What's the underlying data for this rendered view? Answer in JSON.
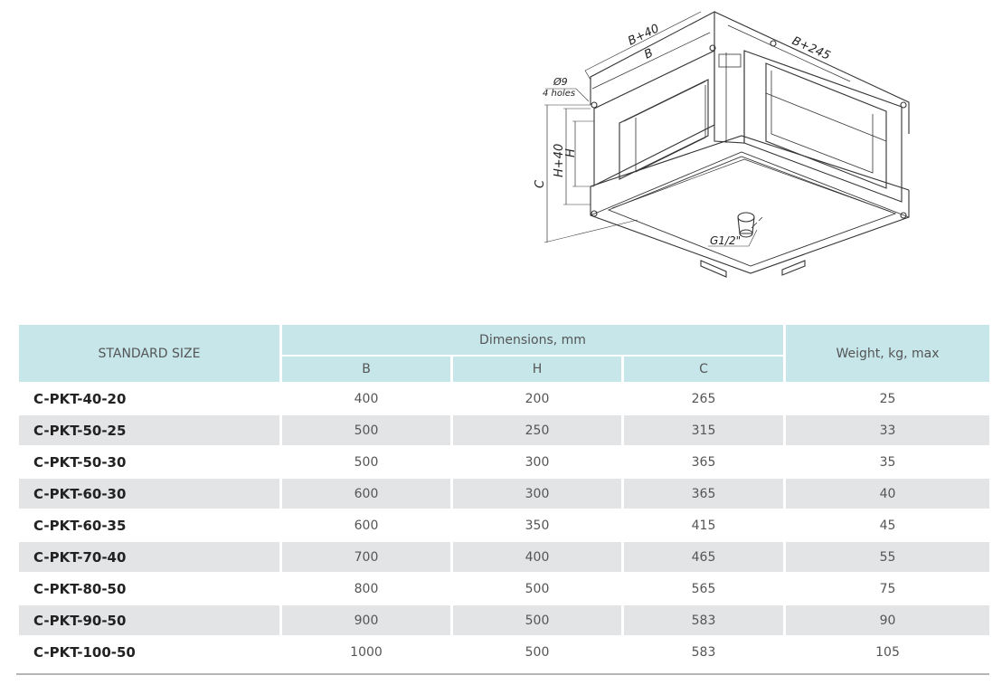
{
  "drawing": {
    "labels": {
      "b_plus_40": "B+40",
      "b": "B",
      "b_plus_245": "B+245",
      "hole_dia": "Ø9",
      "holes": "4 holes",
      "h_plus_40": "H+40",
      "h": "H",
      "c": "C",
      "thread": "G1/2\""
    }
  },
  "table": {
    "headers": {
      "standard_size": "STANDARD SIZE",
      "dimensions": "Dimensions, mm",
      "weight": "Weight, kg, max",
      "b": "B",
      "h": "H",
      "c": "C"
    },
    "rows": [
      {
        "name": "C-PKT-40-20",
        "b": "400",
        "h": "200",
        "c": "265",
        "weight": "25"
      },
      {
        "name": "C-PKT-50-25",
        "b": "500",
        "h": "250",
        "c": "315",
        "weight": "33"
      },
      {
        "name": "C-PKT-50-30",
        "b": "500",
        "h": "300",
        "c": "365",
        "weight": "35"
      },
      {
        "name": "C-PKT-60-30",
        "b": "600",
        "h": "300",
        "c": "365",
        "weight": "40"
      },
      {
        "name": "C-PKT-60-35",
        "b": "600",
        "h": "350",
        "c": "415",
        "weight": "45"
      },
      {
        "name": "C-PKT-70-40",
        "b": "700",
        "h": "400",
        "c": "465",
        "weight": "55"
      },
      {
        "name": "C-PKT-80-50",
        "b": "800",
        "h": "500",
        "c": "565",
        "weight": "75"
      },
      {
        "name": "C-PKT-90-50",
        "b": "900",
        "h": "500",
        "c": "583",
        "weight": "90"
      },
      {
        "name": "C-PKT-100-50",
        "b": "1000",
        "h": "500",
        "c": "583",
        "weight": "105"
      }
    ]
  },
  "colors": {
    "header_bg": "#c6e6ea",
    "row_shade": "#e3e4e6"
  }
}
